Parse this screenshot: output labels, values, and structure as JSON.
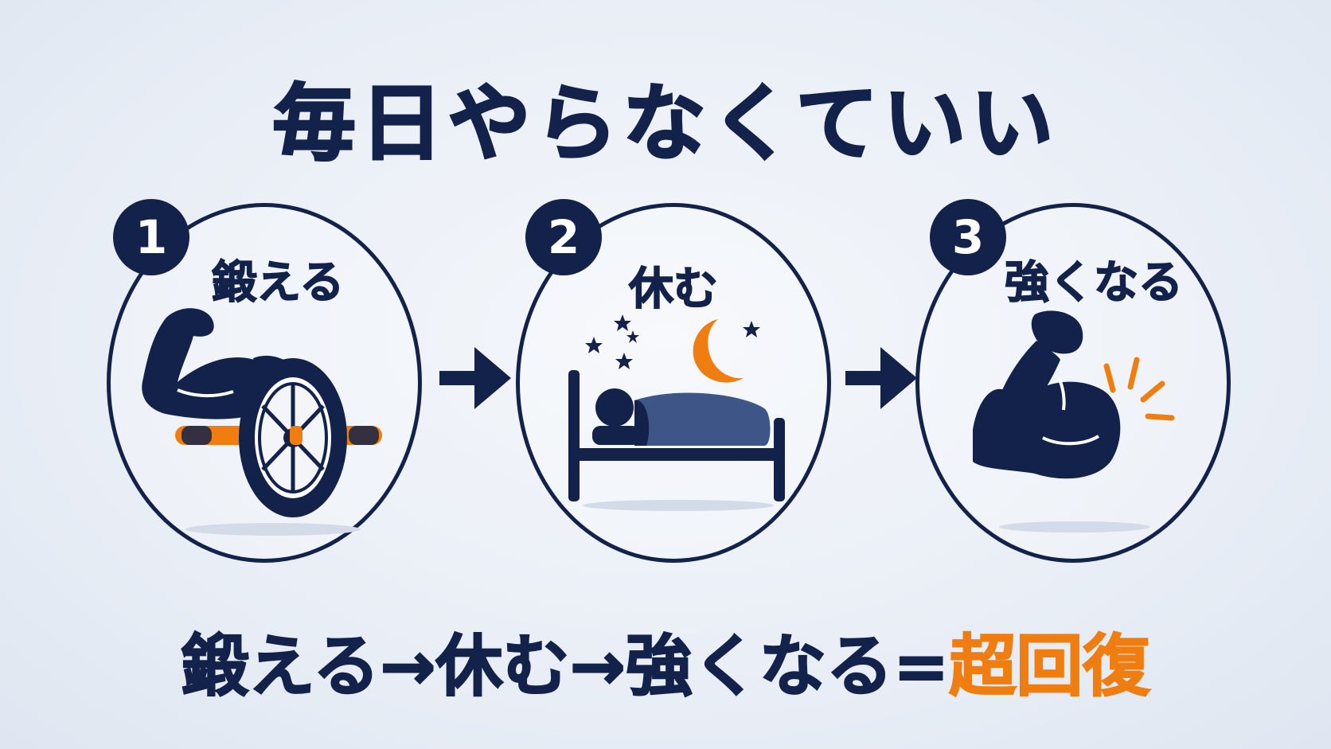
{
  "title": "毎日やらなくていい",
  "steps": [
    {
      "number": "1",
      "label": "鍛える",
      "icon": "muscle-ab-roller-icon"
    },
    {
      "number": "2",
      "label": "休む",
      "icon": "sleeping-in-bed-icon"
    },
    {
      "number": "3",
      "label": "強くなる",
      "icon": "strong-bicep-icon"
    }
  ],
  "equation": {
    "part1": "鍛える",
    "arrow1": "→",
    "part2": "休む",
    "arrow2": "→",
    "part3": "強くなる",
    "equals": "=",
    "result": "超回復"
  },
  "colors": {
    "navy": "#13224a",
    "accent": "#f07d10",
    "blanket": "#3d5587"
  }
}
